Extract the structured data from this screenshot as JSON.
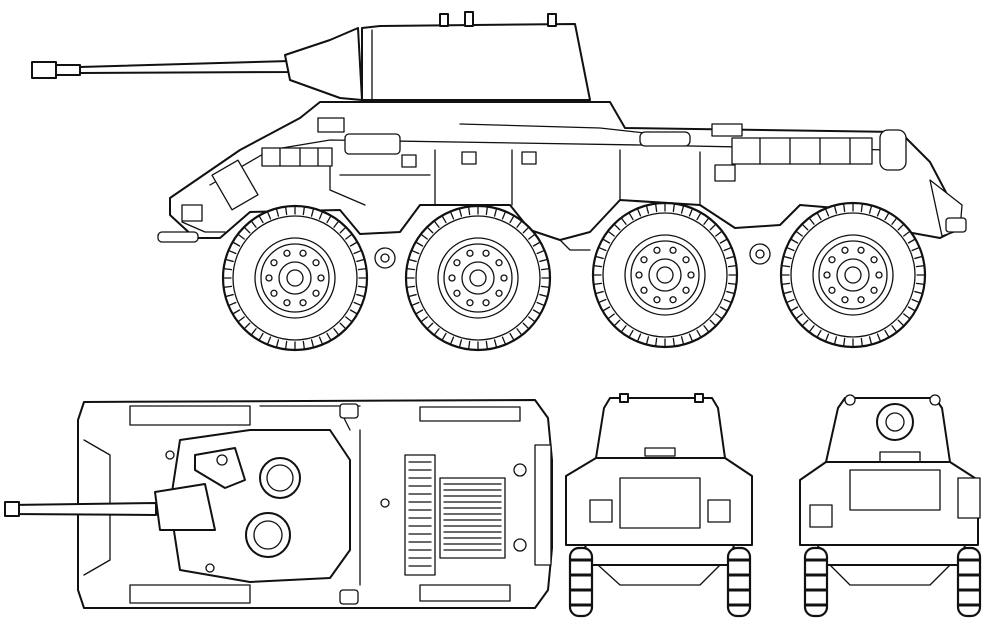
{
  "drawing": {
    "views": [
      {
        "id": "side",
        "wheels": 8
      },
      {
        "id": "top"
      },
      {
        "id": "front"
      },
      {
        "id": "rear"
      }
    ],
    "colors": {
      "ink": "#111111",
      "paper": "#ffffff"
    }
  }
}
